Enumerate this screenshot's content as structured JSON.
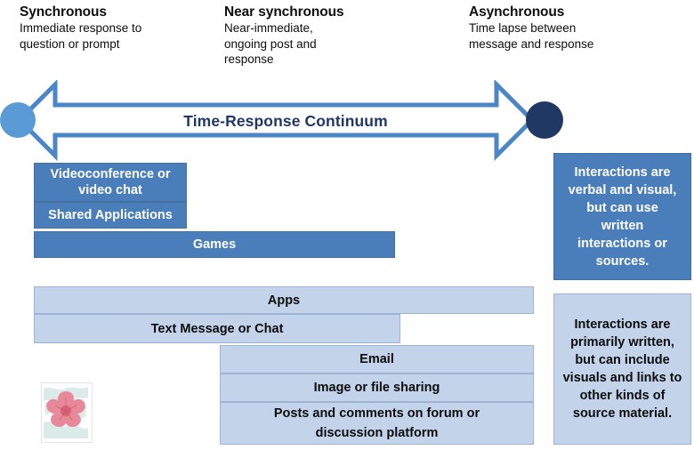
{
  "diagram": {
    "title": "Time-Response Continuum",
    "headers": [
      {
        "key": "synchronous",
        "title": "Synchronous",
        "subtitle": "Immediate response to question or prompt"
      },
      {
        "key": "near-synchronous",
        "title": "Near synchronous",
        "subtitle": "Near-immediate, ongoing post and response"
      },
      {
        "key": "asynchronous",
        "title": "Asynchronous",
        "subtitle": "Time lapse between message and response"
      }
    ],
    "axis": {
      "label": "Time-Response Continuum",
      "left_endpoint_color": "#5b9bd5",
      "right_endpoint_color": "#1f3864",
      "arrow_color": "#4a86c8"
    },
    "bars": [
      {
        "key": "videoconference",
        "label": "Videoconference or video chat",
        "style": "dark"
      },
      {
        "key": "shared-applications",
        "label": "Shared Applications",
        "style": "dark"
      },
      {
        "key": "games",
        "label": "Games",
        "style": "dark"
      },
      {
        "key": "apps",
        "label": "Apps",
        "style": "light"
      },
      {
        "key": "text-message-or-chat",
        "label": "Text Message or Chat",
        "style": "light"
      },
      {
        "key": "email",
        "label": "Email",
        "style": "light"
      },
      {
        "key": "image-or-file-sharing",
        "label": "Image or file sharing",
        "style": "light"
      },
      {
        "key": "posts-and-comments",
        "label": "Posts and comments on forum or discussion platform",
        "style": "light"
      }
    ],
    "notes": [
      {
        "key": "verbal-visual",
        "text": "Interactions are verbal and visual, but can use written interactions or sources.",
        "style": "dark"
      },
      {
        "key": "primarily-written",
        "text": "Interactions are primarily written, but can include visuals and links to other kinds of source material.",
        "style": "light"
      }
    ],
    "colors": {
      "dark_bar": "#4a7ebb",
      "light_bar": "#c3d3e9",
      "title_text": "#1f3864"
    }
  }
}
